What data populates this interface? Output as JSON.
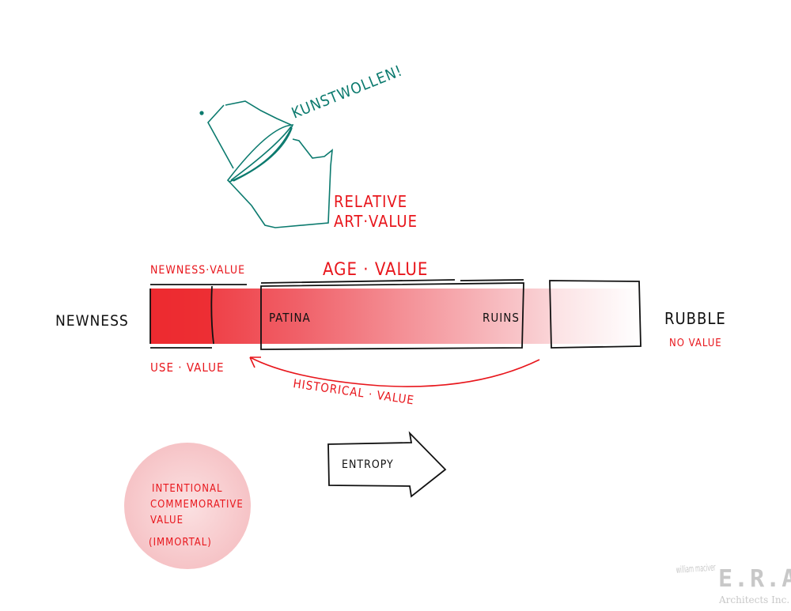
{
  "labels": {
    "kunstwollen": "KUNSTWOLLEN!",
    "relative_art_value_1": "RELATIVE",
    "relative_art_value_2": "ART·VALUE",
    "newness_value": "NEWNESS·VALUE",
    "age_value": "AGE · VALUE",
    "newness": "NEWNESS",
    "patina": "PATINA",
    "ruins": "RUINS",
    "rubble": "RUBBLE",
    "no_value": "NO VALUE",
    "use_value": "USE · VALUE",
    "historical_value": "HISTORICAL · VALUE",
    "entropy": "ENTROPY",
    "commemorative_1": "INTENTIONAL",
    "commemorative_2": "COMMEMORATIVE",
    "commemorative_3": "VALUE",
    "commemorative_4": "(IMMORTAL)"
  },
  "logo": {
    "signature": "william maciver",
    "name": "E.R.A.",
    "subtitle": "Architects Inc."
  },
  "colors": {
    "accent": "#e8161c",
    "bar_start": "#ee2a30",
    "teal": "#0b7a6e"
  }
}
